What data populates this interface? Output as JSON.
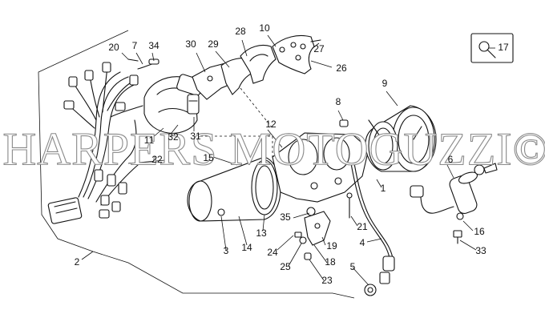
{
  "watermark": "HARPERS MOTOGUZZI©",
  "callouts": {
    "c1": "1",
    "c2": "2",
    "c3": "3",
    "c4": "4",
    "c5": "5",
    "c6": "6",
    "c7": "7",
    "c8": "8",
    "c9": "9",
    "c10": "10",
    "c11": "11",
    "c12": "12",
    "c13": "13",
    "c14": "14",
    "c15": "15",
    "c16": "16",
    "c17": "17",
    "c18": "18",
    "c19": "19",
    "c20": "20",
    "c21": "21",
    "c22": "22",
    "c23": "23",
    "c24": "24",
    "c25": "25",
    "c26": "26",
    "c27": "27",
    "c28": "28",
    "c29": "29",
    "c30": "30",
    "c31": "31",
    "c32": "32",
    "c33": "33",
    "c34": "34",
    "c35": "35"
  }
}
